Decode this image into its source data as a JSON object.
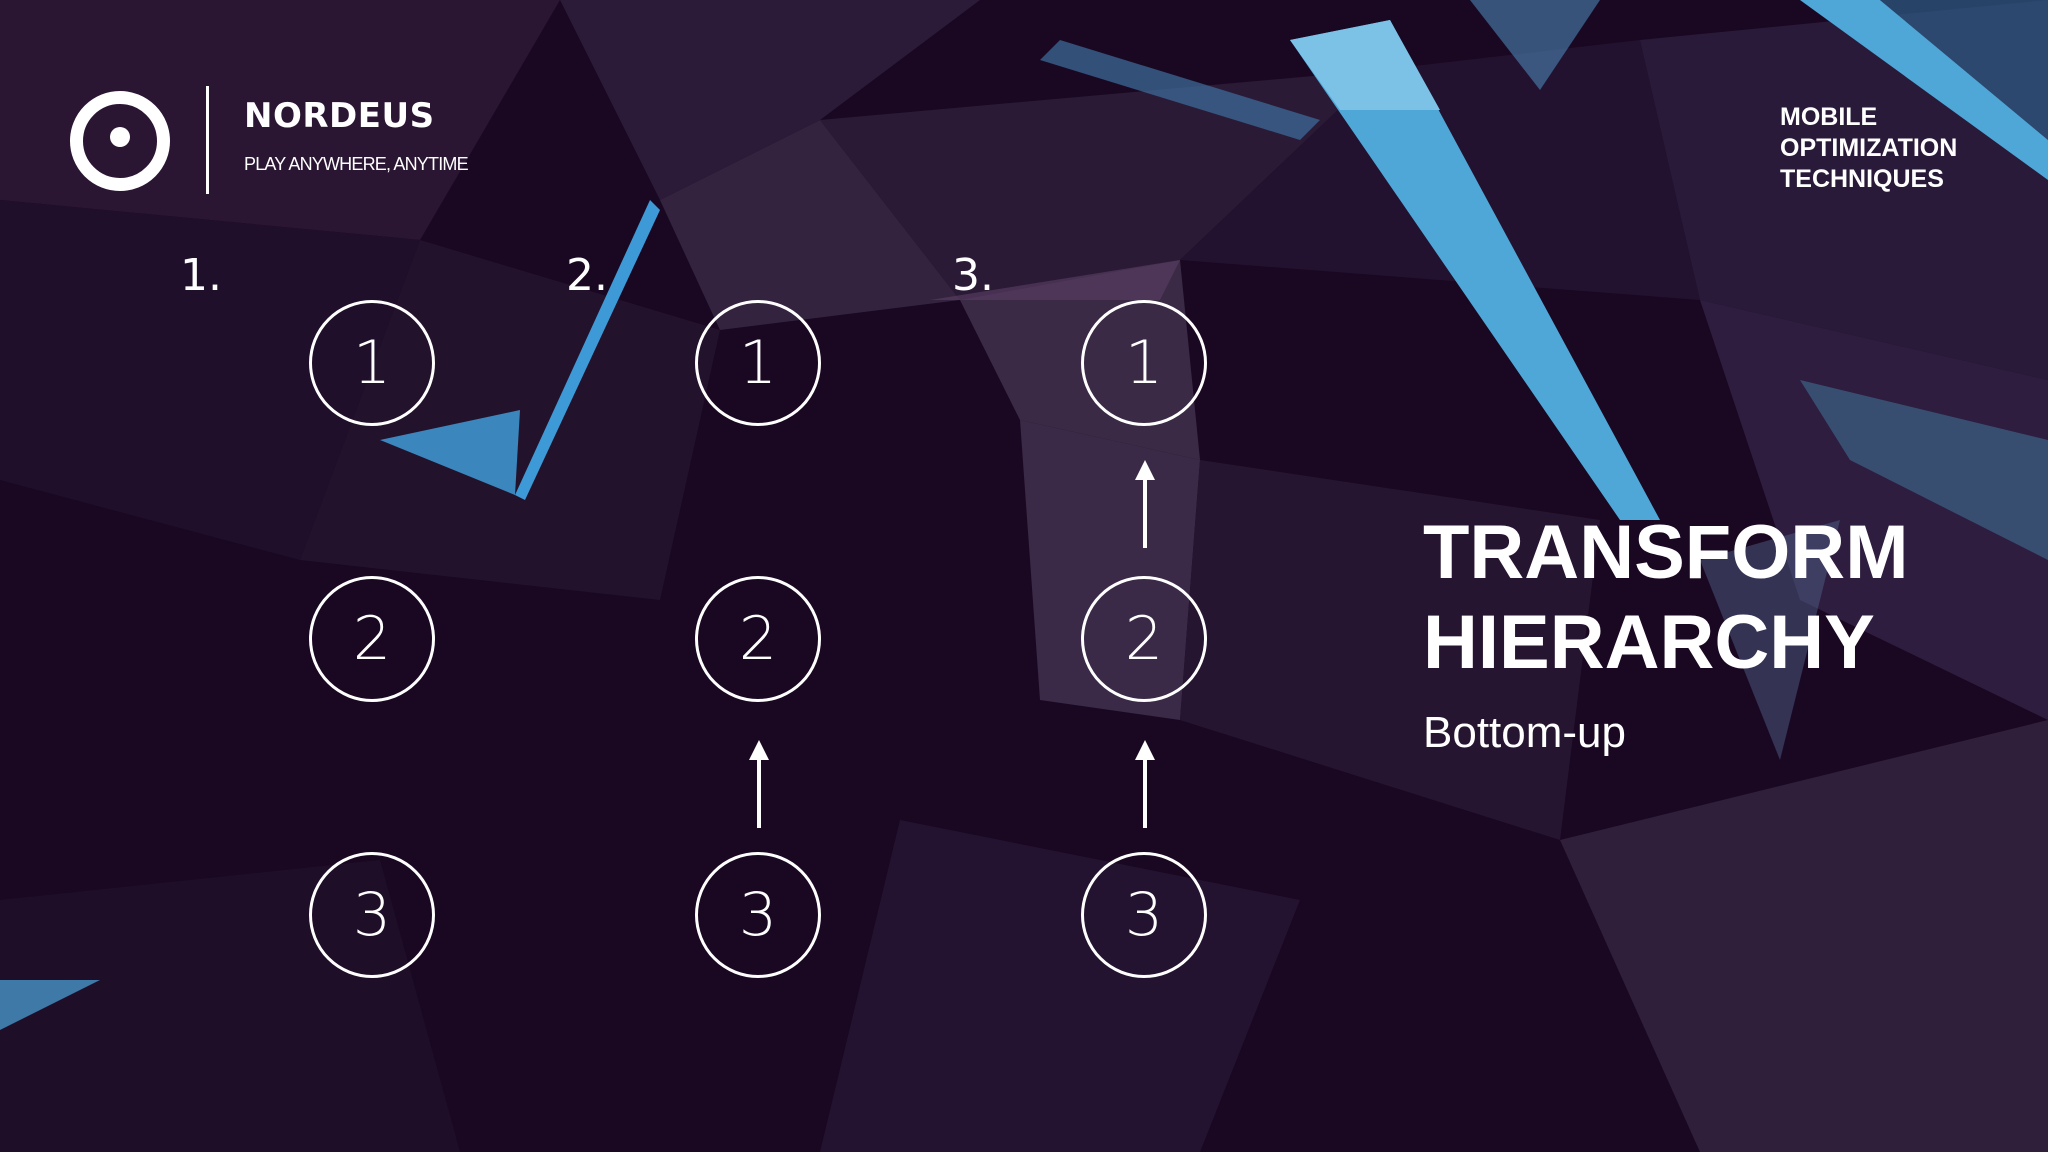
{
  "brand": {
    "name": "NORDEUS",
    "tagline": "PLAY ANYWHERE, ANYTIME"
  },
  "series_title": [
    "MOBILE",
    "OPTIMIZATION",
    "TECHNIQUES"
  ],
  "slide": {
    "title_line1": "TRANSFORM",
    "title_line2": "HIERARCHY",
    "subtitle": "Bottom-up"
  },
  "steps": [
    {
      "label": "1.",
      "nodes": [
        "1",
        "2",
        "3"
      ]
    },
    {
      "label": "2.",
      "nodes": [
        "1",
        "2",
        "3"
      ]
    },
    {
      "label": "3.",
      "nodes": [
        "1",
        "2",
        "3"
      ]
    }
  ],
  "colors": {
    "background": "#1a0822",
    "accent_blue": "#3d9ad6",
    "text": "#ffffff"
  }
}
